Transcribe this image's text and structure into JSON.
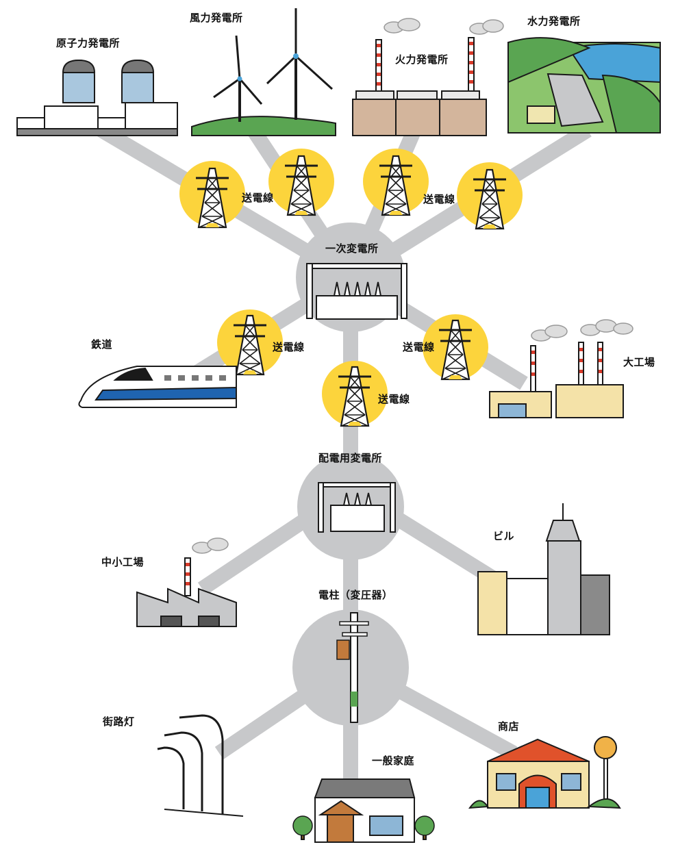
{
  "labels": {
    "nuclear": "原子力発電所",
    "wind": "風力発電所",
    "thermal": "火力発電所",
    "hydro": "水力発電所",
    "line_1": "送電線",
    "line_2": "送電線",
    "line_3": "送電線",
    "line_4": "送電線",
    "line_5": "送電線",
    "primary_substation": "一次変電所",
    "railway": "鉄道",
    "large_factory": "大工場",
    "distribution_substation": "配電用変電所",
    "small_factory": "中小工場",
    "building": "ビル",
    "pole": "電柱（変圧器）",
    "streetlight": "街路灯",
    "home": "一般家庭",
    "shop": "商店"
  },
  "colors": {
    "line": "#c7c8ca",
    "hub": "#c7c8ca",
    "tower_disc": "#fcd43c",
    "train_stripe": "#1f64b0",
    "roof_red": "#e0522b",
    "ink": "#1a1a1a"
  }
}
